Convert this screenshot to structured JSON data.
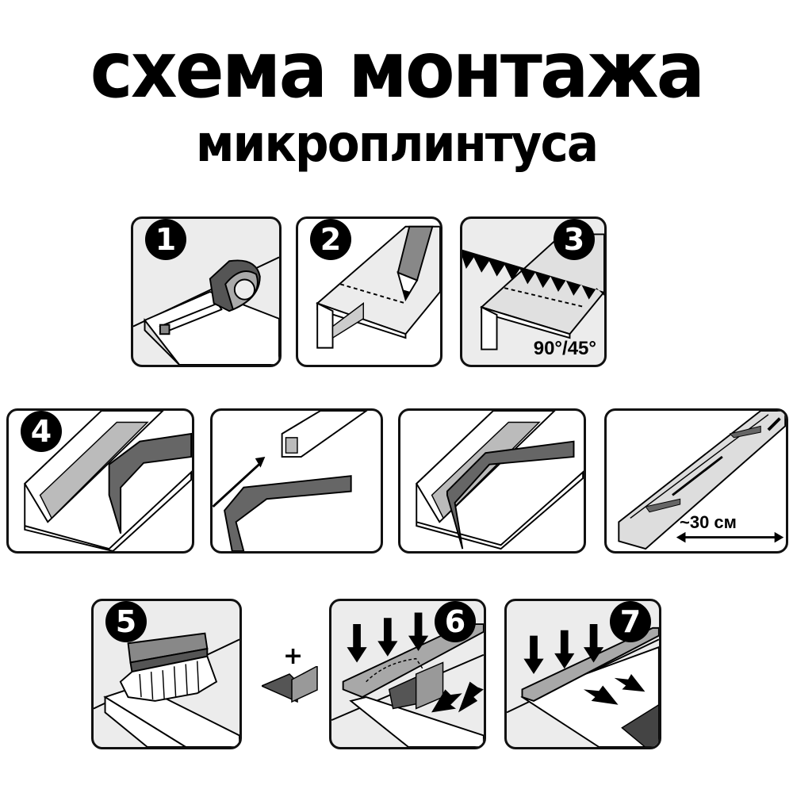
{
  "title": {
    "line1": "схема монтажа",
    "line2": "микроплинтуса"
  },
  "steps": [
    {
      "number": "1",
      "description": "measure-tape"
    },
    {
      "number": "2",
      "description": "mark-with-pencil"
    },
    {
      "number": "3",
      "description": "cut-with-saw",
      "label": "90°/45°"
    },
    {
      "number": "4",
      "description": "attach-clips",
      "sub_panels": 4,
      "spacing_label": "~30 см"
    },
    {
      "number": "5",
      "description": "clean-surface-with-brush",
      "plus": "+"
    },
    {
      "number": "6",
      "description": "press-connector"
    },
    {
      "number": "7",
      "description": "press-into-place"
    }
  ],
  "colors": {
    "ink": "#000000",
    "panel_gray": "#ececec",
    "mid_gray": "#9a9a9a",
    "dark_gray": "#555555"
  }
}
